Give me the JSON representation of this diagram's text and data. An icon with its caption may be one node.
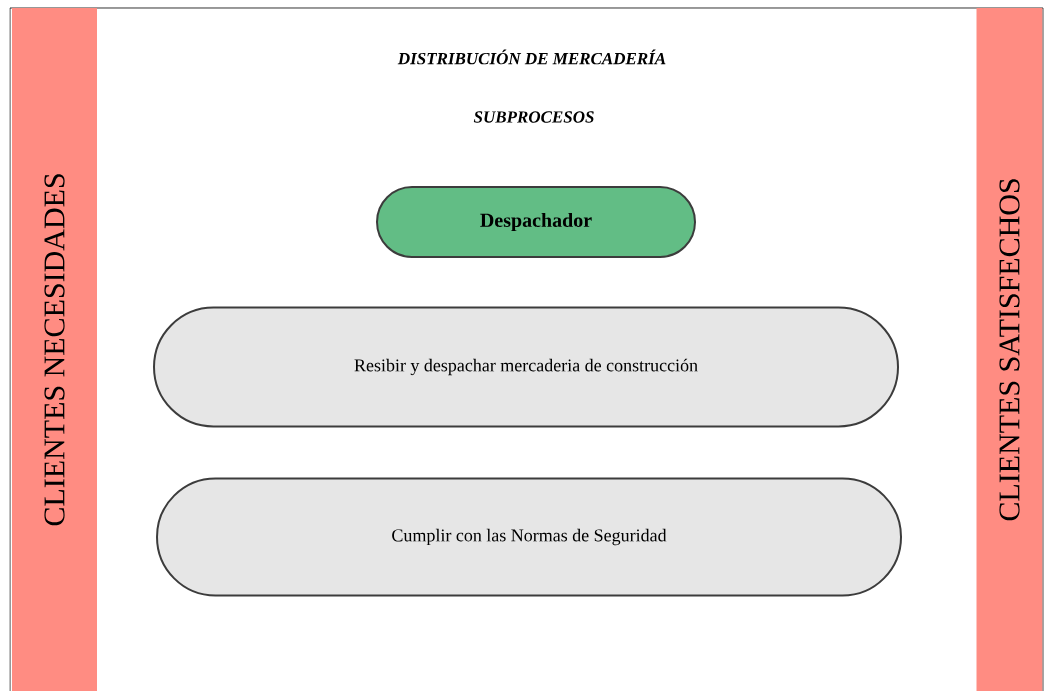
{
  "diagram": {
    "title": "DISTRIBUCIÓN DE MERCADERÍA",
    "nodes": [
      {
        "text": [
          "CLIENTES NECESIDADES"
        ]
      },
      {
        "text": [
          "CLIENTES SATISFECHOS"
        ]
      },
      {
        "text": [
          "Despachador"
        ]
      },
      {
        "text": [
          "Resibir y despachar mercaderia de construcción"
        ]
      },
      {
        "text": [
          "Cumplir con las Normas de Seguridad"
        ]
      }
    ],
    "labels": [
      "SUBPROCESOS"
    ]
  }
}
